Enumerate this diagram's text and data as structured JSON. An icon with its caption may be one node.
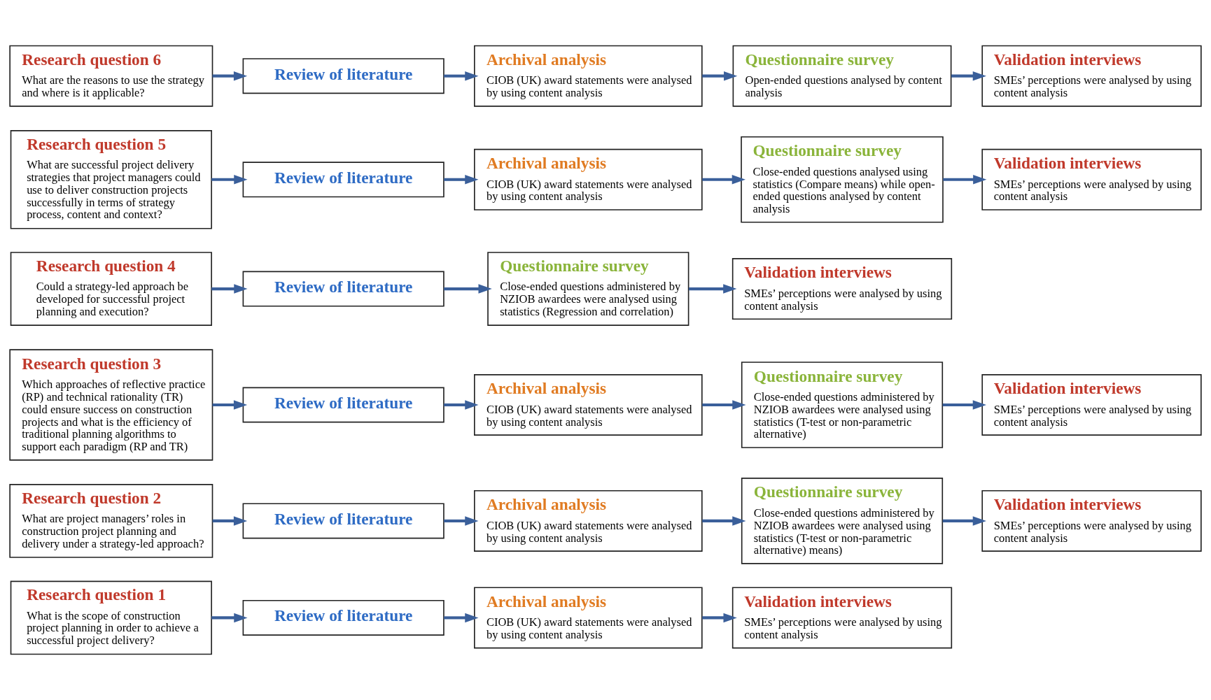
{
  "diagram": {
    "nodes": [
      {
        "text": [
          "Research question 1",
          "What is the scope of construction project planning in order to achieve a successful project delivery?"
        ]
      },
      {
        "text": [
          "Review of literature"
        ]
      },
      {
        "text": [
          "Archival analysis",
          "CIOB (UK) award statements were analysed by using content analysis"
        ]
      },
      {
        "text": [
          "Validation interviews",
          "SMEs’ perceptions were analysed by using content analysis"
        ]
      },
      {
        "text": [
          "Research question 2",
          "What are project managers’ roles in construction project planning and delivery under a strategy-led approach?"
        ]
      },
      {
        "text": [
          "Review of literature"
        ]
      },
      {
        "text": [
          "Archival analysis",
          "CIOB (UK) award statements were analysed by using content analysis"
        ]
      },
      {
        "text": [
          "Questionnaire survey",
          "Close-ended questions administered by NZIOB awardees were analysed using statistics (T-test or non-parametric alternative) means)"
        ]
      },
      {
        "text": [
          "Validation interviews",
          "SMEs’ perceptions were analysed by using content analysis"
        ]
      },
      {
        "text": [
          "Research question 3",
          "Which approaches of reflective practice (RP) and technical rationality (TR) could ensure success on construction projects and what is the efficiency of traditional planning algorithms to support each paradigm (RP and TR)"
        ]
      },
      {
        "text": [
          "Review of literature"
        ]
      },
      {
        "text": [
          "Archival analysis",
          "CIOB (UK) award statements were analysed by using content analysis"
        ]
      },
      {
        "text": [
          "Questionnaire survey",
          "Close-ended questions administered by NZIOB awardees were analysed using statistics (T-test or non-parametric alternative)"
        ]
      },
      {
        "text": [
          "Validation interviews",
          "SMEs’ perceptions were analysed by using content analysis"
        ]
      },
      {
        "text": [
          "Research question 4",
          "Could a strategy-led approach be developed for successful project planning and execution?"
        ]
      },
      {
        "text": [
          "Review of literature"
        ]
      },
      {
        "text": [
          "Questionnaire survey",
          "Close-ended questions administered by NZIOB awardees were analysed using statistics (Regression and correlation)"
        ]
      },
      {
        "text": [
          "Validation interviews",
          "SMEs’ perceptions were analysed by using content analysis"
        ]
      },
      {
        "text": [
          "Research question 5",
          "What are successful project delivery strategies that project managers could use to deliver construction projects successfully in terms of strategy process, content and context?"
        ]
      },
      {
        "text": [
          "Review of literature"
        ]
      },
      {
        "text": [
          "Archival analysis",
          "CIOB (UK) award statements were analysed by using content analysis"
        ]
      },
      {
        "text": [
          "Questionnaire survey",
          "Close-ended questions analysed using statistics (Compare means) while open-ended questions analysed by content analysis"
        ]
      },
      {
        "text": [
          "Validation interviews",
          "SMEs’ perceptions were analysed by using content analysis"
        ]
      },
      {
        "text": [
          "Research question 6",
          "What are the reasons to use the strategy and where is it applicable?"
        ]
      },
      {
        "text": [
          "Review of literature"
        ]
      },
      {
        "text": [
          "Archival analysis",
          "CIOB (UK) award statements were analysed by using content analysis"
        ]
      },
      {
        "text": [
          "Questionnaire survey",
          "Open-ended questions analysed by content analysis"
        ]
      },
      {
        "text": [
          "Validation interviews",
          "SMEs’ perceptions were analysed by using content analysis"
        ]
      }
    ],
    "edges": [
      {
        "from": 0,
        "to": 1,
        "arrow": "to"
      },
      {
        "from": 1,
        "to": 2,
        "arrow": "to"
      },
      {
        "from": 2,
        "to": 3,
        "arrow": "to"
      },
      {
        "from": 4,
        "to": 5,
        "arrow": "to"
      },
      {
        "from": 5,
        "to": 6,
        "arrow": "to"
      },
      {
        "from": 6,
        "to": 7,
        "arrow": "to"
      },
      {
        "from": 7,
        "to": 8,
        "arrow": "to"
      },
      {
        "from": 9,
        "to": 10,
        "arrow": "to"
      },
      {
        "from": 10,
        "to": 11,
        "arrow": "to"
      },
      {
        "from": 11,
        "to": 12,
        "arrow": "to"
      },
      {
        "from": 12,
        "to": 13,
        "arrow": "to"
      },
      {
        "from": 14,
        "to": 15,
        "arrow": "to"
      },
      {
        "from": 15,
        "to": 16,
        "arrow": "to"
      },
      {
        "from": 16,
        "to": 17,
        "arrow": "to"
      },
      {
        "from": 18,
        "to": 19,
        "arrow": "to"
      },
      {
        "from": 19,
        "to": 20,
        "arrow": "to"
      },
      {
        "from": 20,
        "to": 21,
        "arrow": "to"
      },
      {
        "from": 21,
        "to": 22,
        "arrow": "to"
      },
      {
        "from": 23,
        "to": 24,
        "arrow": "to"
      },
      {
        "from": 24,
        "to": 25,
        "arrow": "to"
      },
      {
        "from": 25,
        "to": 26,
        "arrow": "to"
      },
      {
        "from": 26,
        "to": 27,
        "arrow": "to"
      }
    ]
  }
}
